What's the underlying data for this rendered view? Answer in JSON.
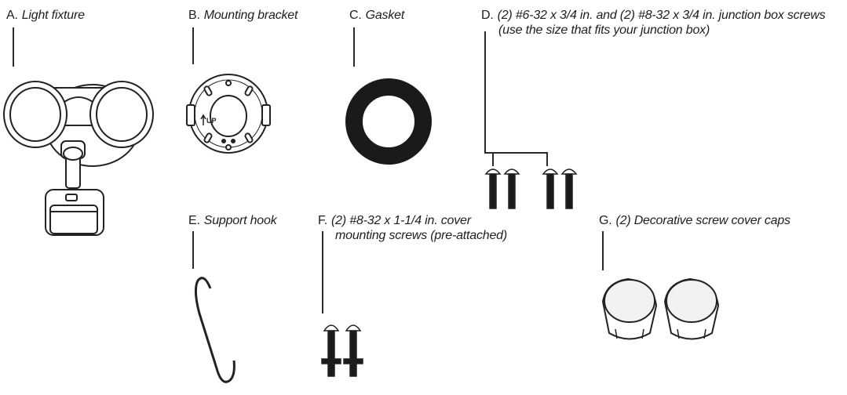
{
  "parts": [
    {
      "letter": "A.",
      "name": "Light fixture"
    },
    {
      "letter": "B.",
      "name": "Mounting bracket",
      "bracket_text": "UP"
    },
    {
      "letter": "C.",
      "name": "Gasket"
    },
    {
      "letter": "D.",
      "name": "(2) #6-32 x 3/4 in. and (2) #8-32 x 3/4 in. junction box screws",
      "note": "(use the size that fits your junction box)"
    },
    {
      "letter": "E.",
      "name": "Support hook"
    },
    {
      "letter": "F.",
      "name": "(2) #8-32 x 1-1/4 in. cover",
      "name_line2": "mounting screws (pre-attached)"
    },
    {
      "letter": "G.",
      "name": "(2) Decorative screw cover caps"
    }
  ],
  "colors": {
    "ink": "#1e1e1e",
    "gasket": "#1a1a1a",
    "line": "#2a2a2a"
  }
}
